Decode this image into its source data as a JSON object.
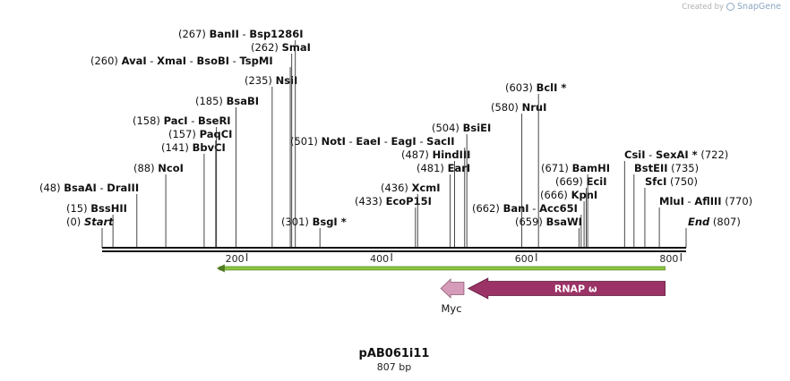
{
  "watermark": {
    "prefix": "Created by",
    "brand": "SnapGene"
  },
  "plasmid": {
    "name": "pAB061i11",
    "length_label": "807 bp",
    "length": 807
  },
  "ruler": {
    "ticks": [
      200,
      400,
      600,
      800
    ]
  },
  "sites": [
    {
      "num": "(0)",
      "names": [
        "Start"
      ],
      "pos": 0,
      "num_side": "left",
      "italic": true
    },
    {
      "num": "(15)",
      "names": [
        "BssHII"
      ],
      "pos": 15,
      "num_side": "left"
    },
    {
      "num": "(48)",
      "names": [
        "BsaAI",
        "DraIII"
      ],
      "pos": 48,
      "num_side": "left"
    },
    {
      "num": "(88)",
      "names": [
        "NcoI"
      ],
      "pos": 88,
      "num_side": "left"
    },
    {
      "num": "(141)",
      "names": [
        "BbvCI"
      ],
      "pos": 141,
      "num_side": "left"
    },
    {
      "num": "(157)",
      "names": [
        "PaqCI"
      ],
      "pos": 157,
      "num_side": "left"
    },
    {
      "num": "(158)",
      "names": [
        "PacI",
        "BseRI"
      ],
      "pos": 158,
      "num_side": "left"
    },
    {
      "num": "(185)",
      "names": [
        "BsaBI"
      ],
      "pos": 185,
      "num_side": "left"
    },
    {
      "num": "(235)",
      "names": [
        "NsiI"
      ],
      "pos": 235,
      "num_side": "left"
    },
    {
      "num": "(260)",
      "names": [
        "AvaI",
        "XmaI",
        "BsoBI",
        "TspMI"
      ],
      "pos": 260,
      "num_side": "left"
    },
    {
      "num": "(262)",
      "names": [
        "SmaI"
      ],
      "pos": 262,
      "num_side": "left"
    },
    {
      "num": "(267)",
      "names": [
        "BanII",
        "Bsp1286I"
      ],
      "pos": 267,
      "num_side": "left"
    },
    {
      "num": "(301)",
      "names": [
        "BsgI *"
      ],
      "pos": 301,
      "num_side": "left"
    },
    {
      "num": "(433)",
      "names": [
        "EcoP15I"
      ],
      "pos": 433,
      "num_side": "left"
    },
    {
      "num": "(436)",
      "names": [
        "XcmI"
      ],
      "pos": 436,
      "num_side": "left"
    },
    {
      "num": "(481)",
      "names": [
        "EarI"
      ],
      "pos": 481,
      "num_side": "left"
    },
    {
      "num": "(487)",
      "names": [
        "HindIII"
      ],
      "pos": 487,
      "num_side": "left"
    },
    {
      "num": "(501)",
      "names": [
        "NotI",
        "EaeI",
        "EagI",
        "SacII"
      ],
      "pos": 501,
      "num_side": "left"
    },
    {
      "num": "(504)",
      "names": [
        "BsiEI"
      ],
      "pos": 504,
      "num_side": "left"
    },
    {
      "num": "(580)",
      "names": [
        "NruI"
      ],
      "pos": 580,
      "num_side": "left"
    },
    {
      "num": "(603)",
      "names": [
        "BclI *"
      ],
      "pos": 603,
      "num_side": "left"
    },
    {
      "num": "(659)",
      "names": [
        "BsaWI"
      ],
      "pos": 659,
      "num_side": "left"
    },
    {
      "num": "(662)",
      "names": [
        "BanI",
        "Acc65I"
      ],
      "pos": 662,
      "num_side": "left"
    },
    {
      "num": "(666)",
      "names": [
        "KpnI"
      ],
      "pos": 666,
      "num_side": "left"
    },
    {
      "num": "(669)",
      "names": [
        "EciI"
      ],
      "pos": 669,
      "num_side": "left"
    },
    {
      "num": "(671)",
      "names": [
        "BamHI"
      ],
      "pos": 671,
      "num_side": "left"
    },
    {
      "num": "(722)",
      "names": [
        "CsiI",
        "SexAI *"
      ],
      "pos": 722,
      "num_side": "right"
    },
    {
      "num": "(735)",
      "names": [
        "BstEII"
      ],
      "pos": 735,
      "num_side": "right"
    },
    {
      "num": "(750)",
      "names": [
        "SfcI"
      ],
      "pos": 750,
      "num_side": "right"
    },
    {
      "num": "(770)",
      "names": [
        "MluI",
        "AflIII"
      ],
      "pos": 770,
      "num_side": "right"
    },
    {
      "num": "(807)",
      "names": [
        "End"
      ],
      "pos": 807,
      "num_side": "right",
      "italic": true
    }
  ],
  "features": [
    {
      "name": "RNAP ω",
      "label_inside": true,
      "start": 506,
      "end": 778,
      "color": "#9b3366",
      "direction": "reverse"
    },
    {
      "name": "Myc",
      "label_inside": false,
      "start": 468,
      "end": 500,
      "color": "#d59bb9",
      "direction": "reverse"
    }
  ],
  "orf": {
    "start": 162,
    "end": 778,
    "color": "#8ac640",
    "direction": "reverse"
  },
  "colors": {
    "backbone": "#111111",
    "tick": "#333333"
  }
}
